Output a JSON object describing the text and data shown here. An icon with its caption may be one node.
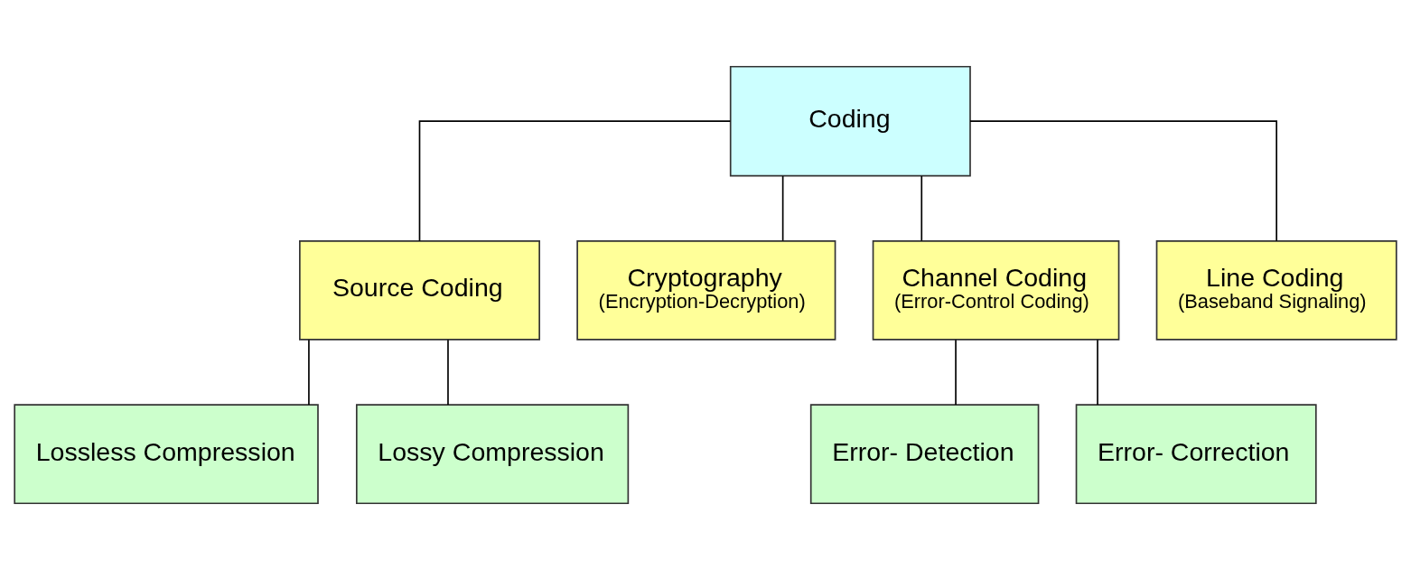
{
  "diagram": {
    "nodes": [
      {
        "text": [
          "Coding"
        ]
      },
      {
        "text": [
          "Source Coding"
        ]
      },
      {
        "text": [
          "Cryptography",
          "(Encryption-Decryption)"
        ]
      },
      {
        "text": [
          "Channel Coding",
          "(Error-Control Coding)"
        ]
      },
      {
        "text": [
          "Line Coding",
          "(Baseband Signaling)"
        ]
      },
      {
        "text": [
          "Lossless Compression"
        ]
      },
      {
        "text": [
          "Lossy Compression"
        ]
      },
      {
        "text": [
          "Error- Detection"
        ]
      },
      {
        "text": [
          "Error- Correction"
        ]
      }
    ],
    "edges": [
      {
        "from": 0,
        "to": 1,
        "arrow": "none"
      },
      {
        "from": 0,
        "to": 2,
        "arrow": "none"
      },
      {
        "from": 0,
        "to": 3,
        "arrow": "none"
      },
      {
        "from": 0,
        "to": 4,
        "arrow": "none"
      },
      {
        "from": 1,
        "to": 5,
        "arrow": "none"
      },
      {
        "from": 1,
        "to": 6,
        "arrow": "none"
      },
      {
        "from": 3,
        "to": 7,
        "arrow": "none"
      },
      {
        "from": 3,
        "to": 8,
        "arrow": "none"
      }
    ]
  }
}
